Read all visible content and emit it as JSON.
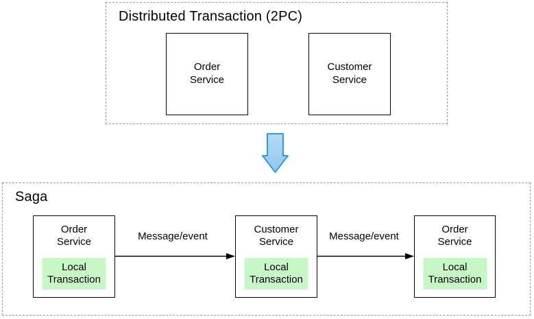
{
  "colors": {
    "background": "#ffffff",
    "text": "#000000",
    "container_border": "#999999",
    "box_border": "#000000",
    "local_transaction_fill": "#c7f7c7",
    "down_arrow_fill_light": "#b3dbf4",
    "down_arrow_fill_dark": "#8fc8ed",
    "down_arrow_stroke": "#2f9cd8"
  },
  "two_pc": {
    "title": "Distributed Transaction (2PC)",
    "services": [
      {
        "name": "Order\nService"
      },
      {
        "name": "Customer\nService"
      }
    ]
  },
  "transform_arrow": {
    "icon": "down-arrow"
  },
  "saga": {
    "title": "Saga",
    "services": [
      {
        "name": "Order\nService",
        "local_transaction": "Local\nTransaction"
      },
      {
        "name": "Customer\nService",
        "local_transaction": "Local\nTransaction"
      },
      {
        "name": "Order\nService",
        "local_transaction": "Local\nTransaction"
      }
    ],
    "edges": [
      {
        "label": "Message/event"
      },
      {
        "label": "Message/event"
      }
    ]
  }
}
